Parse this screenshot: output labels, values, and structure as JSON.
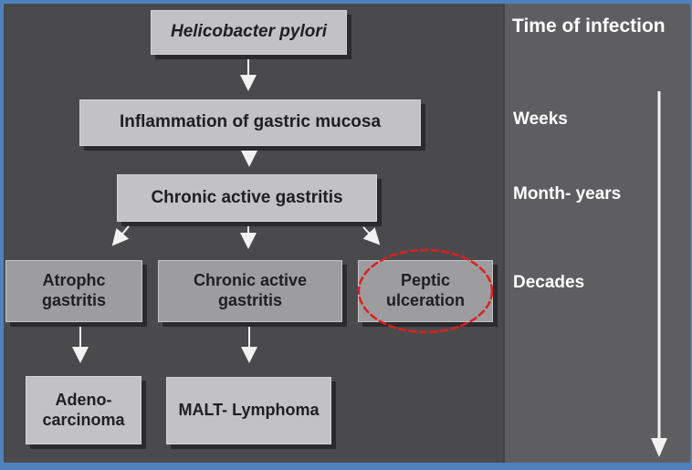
{
  "diagram": {
    "nodes": {
      "helicobacter": {
        "label": "Helicobacter pylori"
      },
      "inflammation": {
        "label": "Inflammation of gastric mucosa"
      },
      "chronic_active_gastritis_1": {
        "label": "Chronic active gastritis"
      },
      "atrophic_gastritis": {
        "label": "Atrophc\ngastritis"
      },
      "chronic_active_gastritis_2": {
        "label": "Chronic active\ngastritis"
      },
      "peptic_ulceration": {
        "label": "Peptic\nulceration"
      },
      "adenocarcinoma": {
        "label": "Adeno-\ncarcinoma"
      },
      "malt_lymphoma": {
        "label": "MALT- Lymphoma"
      }
    },
    "edges": [
      {
        "from": "helicobacter",
        "to": "inflammation"
      },
      {
        "from": "inflammation",
        "to": "chronic_active_gastritis_1"
      },
      {
        "from": "chronic_active_gastritis_1",
        "to": "atrophic_gastritis"
      },
      {
        "from": "chronic_active_gastritis_1",
        "to": "chronic_active_gastritis_2"
      },
      {
        "from": "chronic_active_gastritis_1",
        "to": "peptic_ulceration"
      },
      {
        "from": "atrophic_gastritis",
        "to": "adenocarcinoma"
      },
      {
        "from": "chronic_active_gastritis_2",
        "to": "malt_lymphoma"
      }
    ],
    "highlight": {
      "shape": "red-ellipse",
      "around": "peptic_ulceration"
    }
  },
  "timeline": {
    "title": "Time of infection",
    "labels": [
      "Weeks",
      "Month- years",
      "Decades"
    ]
  },
  "colors": {
    "frame_blue": "#4f81bd",
    "bg_left": "#4a4a4c",
    "bg_right": "#5e5e60",
    "box_light": "#c2c2c4",
    "box_medium": "#9d9da0",
    "box_text": "#1f1f21",
    "panel_text": "#ffffff",
    "arrow_white": "#f2f2f2",
    "highlight_red": "#dd1f1f"
  }
}
